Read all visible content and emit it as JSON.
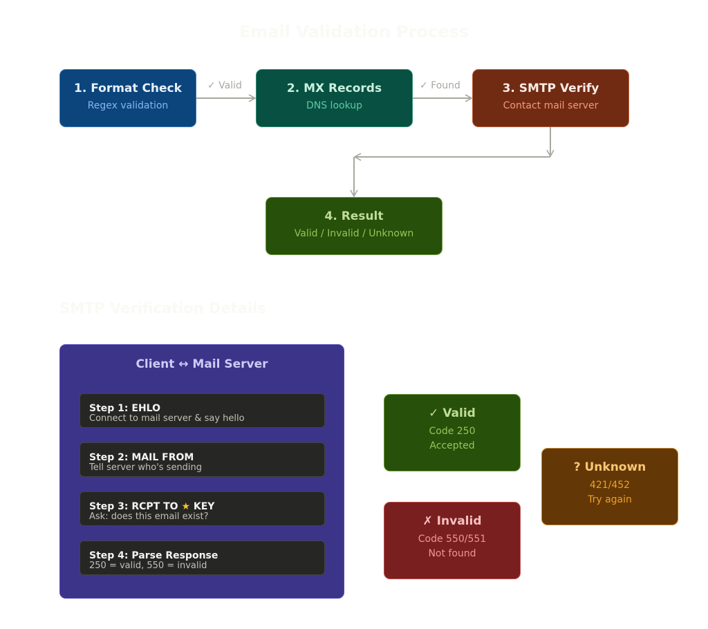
{
  "title": "Email Validation Process",
  "flow": {
    "nodes": [
      {
        "title": "1. Format Check",
        "subtitle": "Regex validation"
      },
      {
        "title": "2. MX Records",
        "subtitle": "DNS lookup"
      },
      {
        "title": "3. SMTP Verify",
        "subtitle": "Contact mail server"
      },
      {
        "title": "4. Result",
        "subtitle": "Valid / Invalid / Unknown"
      }
    ],
    "edge_labels": [
      "✓ Valid",
      "✓ Found"
    ]
  },
  "smtp_section": {
    "title": "SMTP Verification Details",
    "panel_title": "Client ↔ Mail Server",
    "steps": [
      {
        "title": "Step 1: EHLO",
        "desc": "Connect to mail server & say hello"
      },
      {
        "title": "Step 2: MAIL FROM",
        "desc": "Tell server who's sending"
      },
      {
        "title": "Step 3: RCPT TO",
        "badge_icon": "★",
        "badge_text": "KEY",
        "desc": "Ask: does this email exist?"
      },
      {
        "title": "Step 4: Parse Response",
        "desc": "250 = valid, 550 = invalid"
      }
    ],
    "results": {
      "valid": {
        "title": "✓ Valid",
        "line1": "Code 250",
        "line2": "Accepted"
      },
      "invalid": {
        "title": "✗ Invalid",
        "line1": "Code 550/551",
        "line2": "Not found"
      },
      "unknown": {
        "title": "? Unknown",
        "line1": "421/452",
        "line2": "Try again"
      }
    }
  },
  "colors": {
    "edge": "#a8a7a0",
    "format_check": "#0c447c",
    "mx_records": "#085041",
    "smtp_verify": "#712b13",
    "result": "#27500a",
    "panel": "#3c3489",
    "step": "#262624",
    "invalid": "#791f1f",
    "unknown": "#633806"
  }
}
